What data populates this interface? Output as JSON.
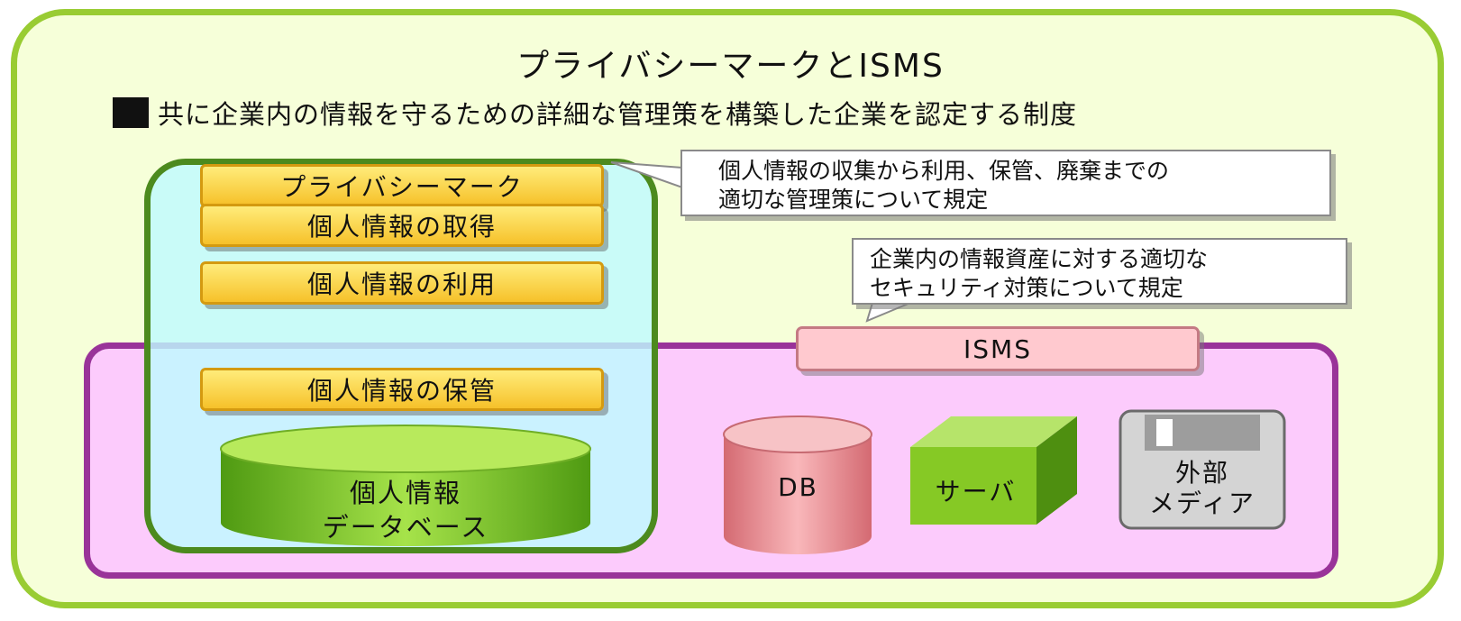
{
  "title": "プライバシーマークとISMS",
  "subtitle": "共に企業内の情報を守るための詳細な管理策を構築した企業を認定する制度",
  "privacy": {
    "header": "プライバシーマーク",
    "steps": [
      "個人情報の取得",
      "個人情報の利用",
      "個人情報の保管"
    ],
    "database_line1": "個人情報",
    "database_line2": "データベース"
  },
  "callouts": {
    "privacy_line1": "個人情報の収集から利用、保管、廃棄までの",
    "privacy_line2": "適切な管理策について規定",
    "isms_line1": "企業内の情報資産に対する適切な",
    "isms_line2": "セキュリティ対策について規定"
  },
  "isms": {
    "label": "ISMS",
    "db": "DB",
    "server": "サーバ",
    "media_line1": "外部",
    "media_line2": "メディア"
  },
  "colors": {
    "outer_border": "#99cc33",
    "privacy_border": "#4c8a1e",
    "isms_border": "#993399",
    "yellow_bar": "#f6c12a",
    "db_cylinder": "#e58a8e",
    "server_cube": "#7fc21e"
  }
}
